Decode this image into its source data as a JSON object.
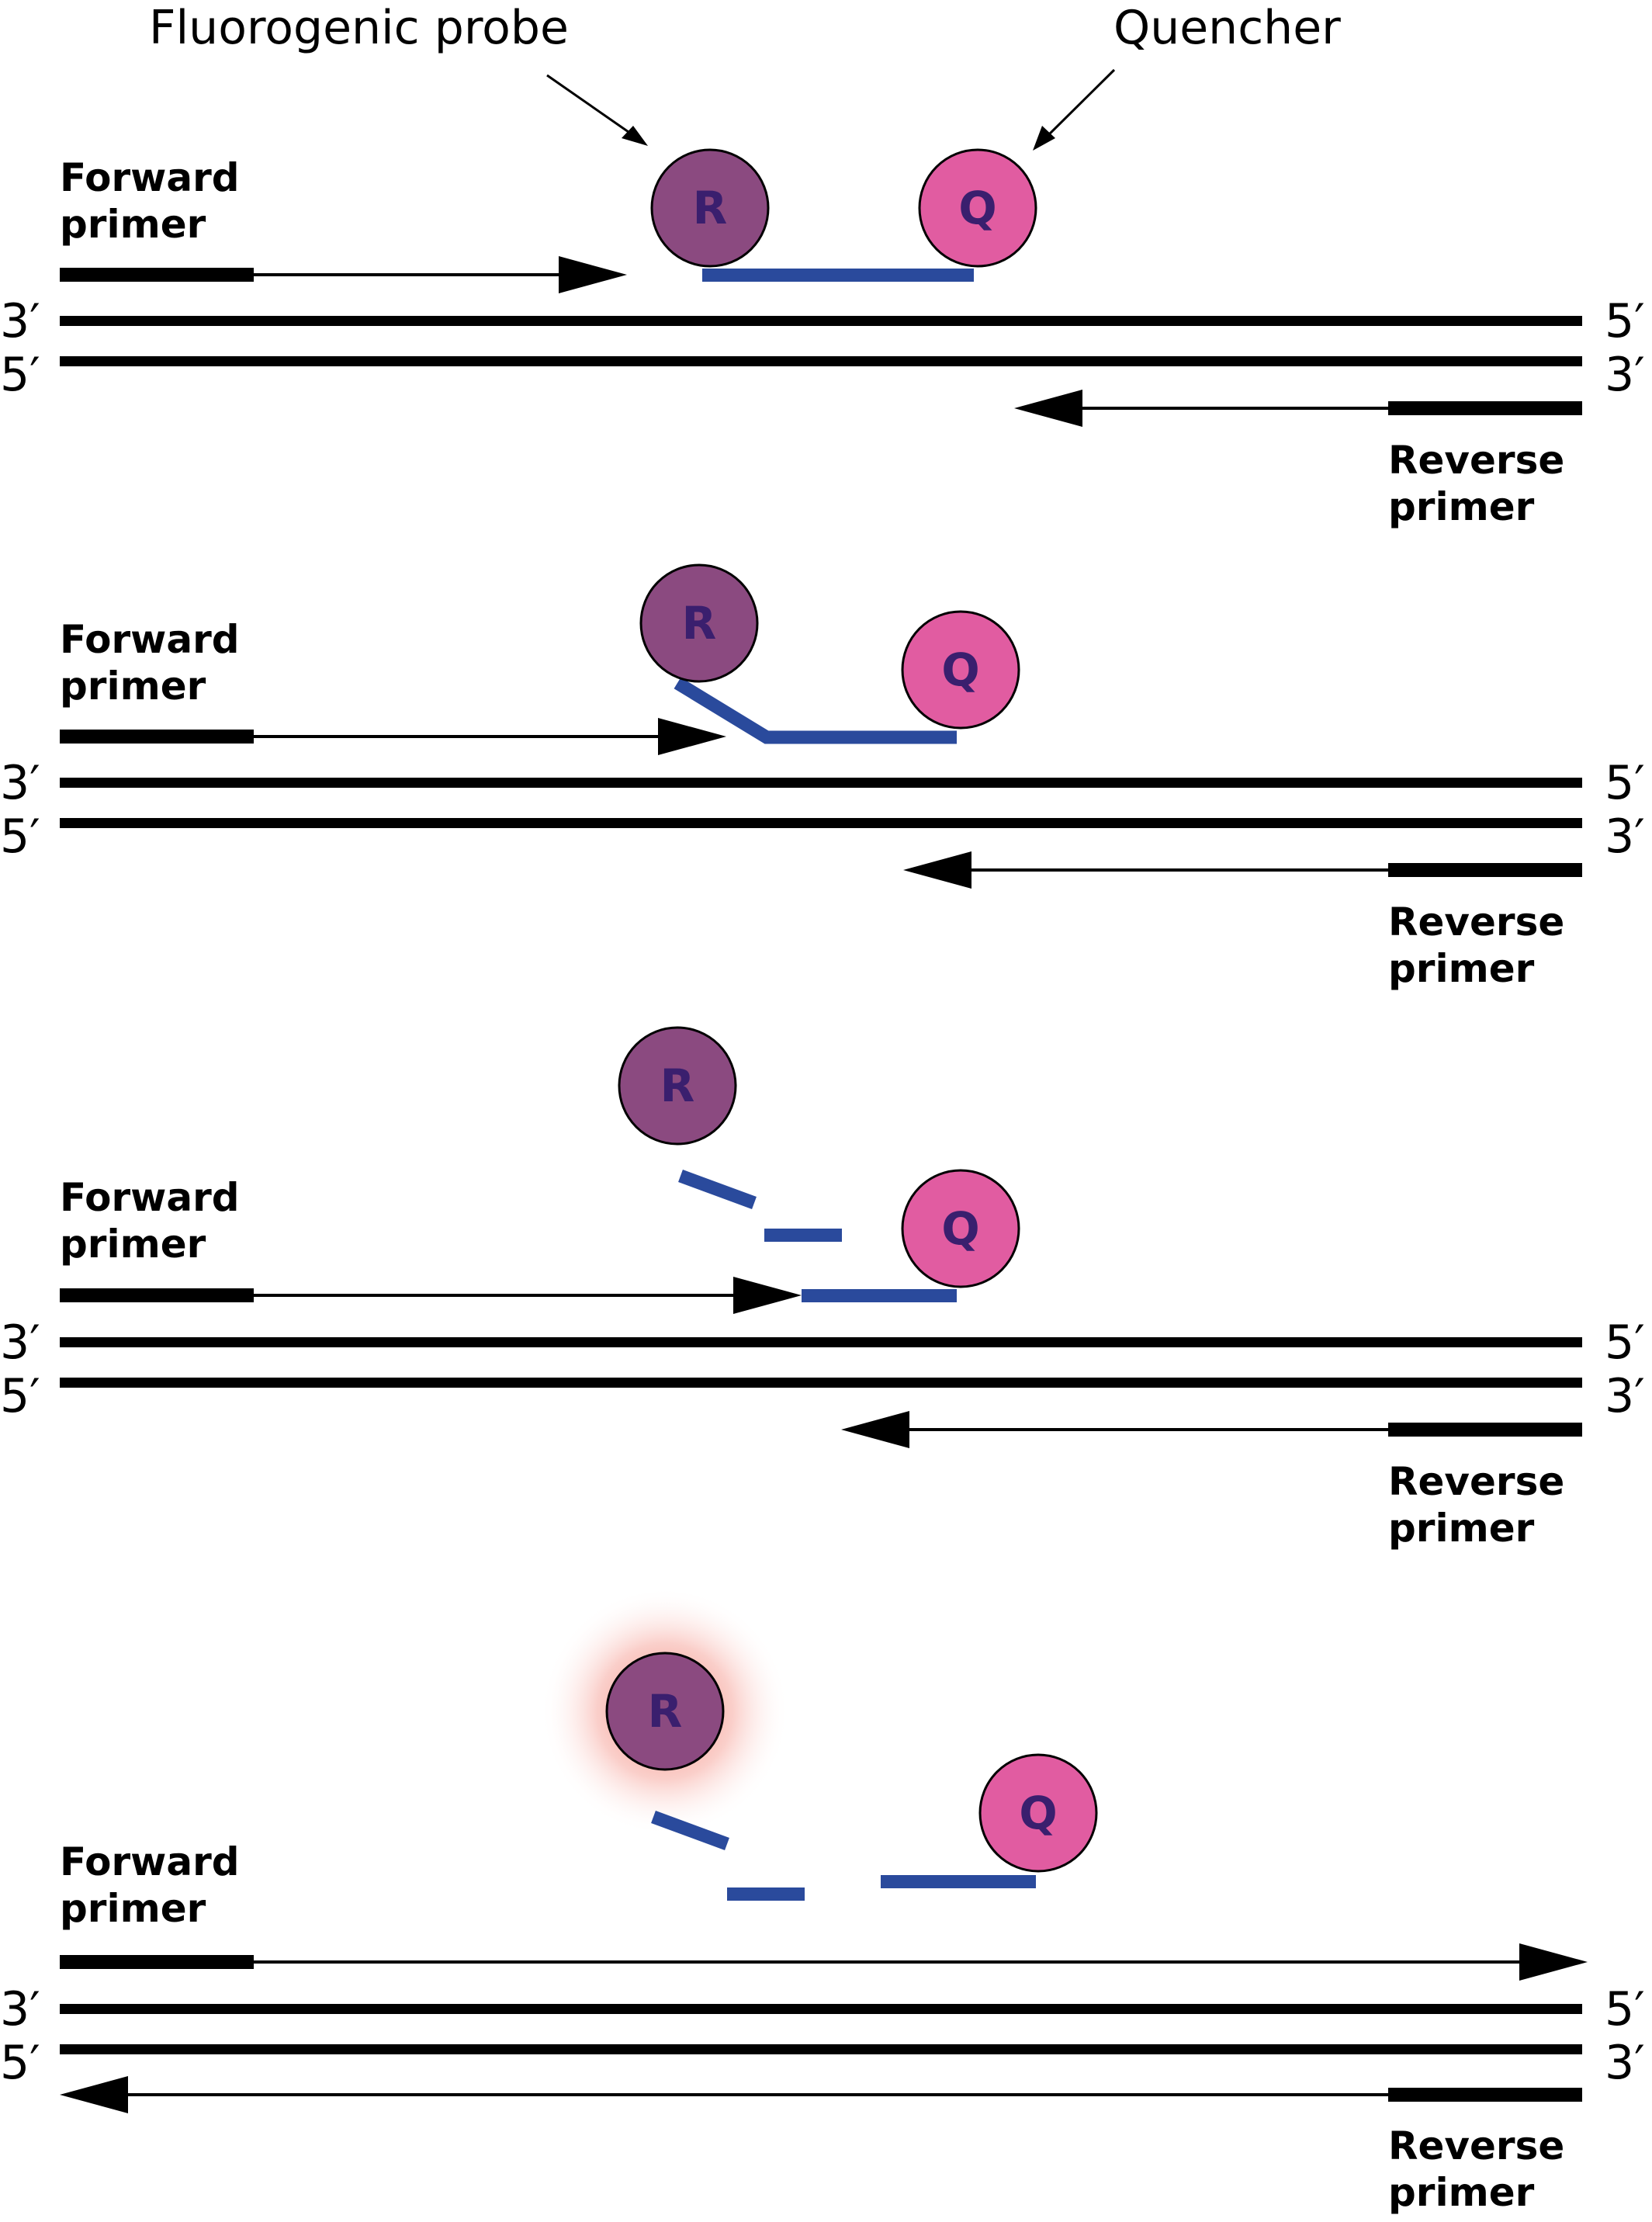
{
  "labels": {
    "fluorogenic_probe": "Fluorogenic probe",
    "quencher": "Quencher",
    "forward_line1": "Forward",
    "forward_line2": "primer",
    "reverse_line1": "Reverse",
    "reverse_line2": "primer",
    "three_prime": "3′",
    "five_prime": "5′",
    "reporter_letter": "R",
    "quencher_letter": "Q"
  },
  "colors": {
    "reporter": "#8b4a80",
    "reporter_text": "#3a1f6e",
    "quencher": "#e15ca1",
    "quencher_text": "#3a1f6e",
    "probe": "#2a4a9c",
    "glow": "#f26a5b",
    "strand": "#000000"
  }
}
